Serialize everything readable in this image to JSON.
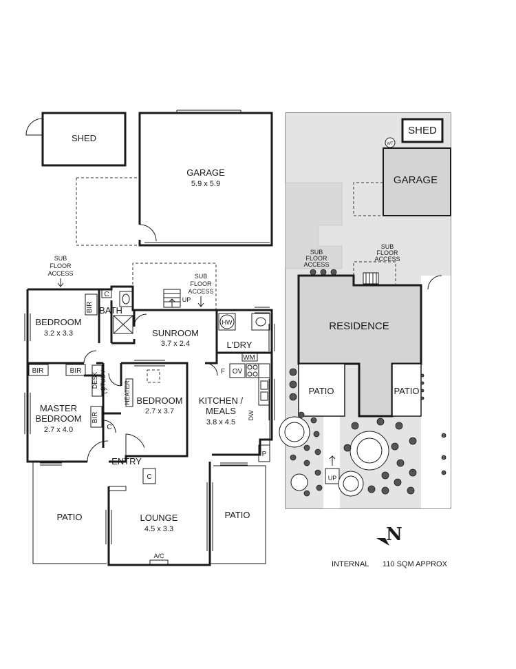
{
  "floor_plan": {
    "rooms": {
      "shed": {
        "name": "SHED"
      },
      "garage": {
        "name": "GARAGE",
        "dims": "5.9 x 5.9"
      },
      "bedroom1": {
        "name": "BEDROOM",
        "dims": "3.2 x 3.3"
      },
      "bath": {
        "name": "BATH"
      },
      "sunroom": {
        "name": "SUNROOM",
        "dims": "3.7 x 2.4"
      },
      "laundry": {
        "name": "L'DRY"
      },
      "master": {
        "name1": "MASTER",
        "name2": "BEDROOM",
        "dims": "2.7 x 4.0"
      },
      "bedroom2": {
        "name": "BEDROOM",
        "dims": "2.7 x 3.7"
      },
      "kitchen": {
        "name1": "KITCHEN /",
        "name2": "MEALS",
        "dims": "3.8 x 4.5"
      },
      "entry": {
        "name": "ENTRY"
      },
      "lounge": {
        "name": "LOUNGE",
        "dims": "4.5 x 3.3"
      },
      "patio_left": {
        "name": "PATIO"
      },
      "patio_right": {
        "name": "PATIO"
      }
    },
    "annotations": {
      "subfloor1": [
        "SUB",
        "FLOOR",
        "ACCESS"
      ],
      "subfloor2": [
        "SUB",
        "FLOOR",
        "ACCESS"
      ],
      "up": "UP",
      "desk": "DESK",
      "study": "STUDY",
      "heater": "HEATER",
      "ac": "A/C",
      "dw": "DW",
      "wm": "WM",
      "hw": "HW",
      "f": "F",
      "ov": "OV",
      "p": "P",
      "c": "C",
      "bir": "BIR"
    }
  },
  "site_plan": {
    "shed": "SHED",
    "garage": "GARAGE",
    "residence": "RESIDENCE",
    "patio_left": "PATIO",
    "patio_right": "PATIO",
    "wt": "WT",
    "up": "UP",
    "subfloor_left": [
      "SUB",
      "FLOOR",
      "ACCESS"
    ],
    "subfloor_right": [
      "SUB",
      "FLOOR",
      "ACCESS"
    ]
  },
  "footer": {
    "internal_label": "INTERNAL",
    "area": "110 SQM APPROX",
    "north": "N"
  }
}
